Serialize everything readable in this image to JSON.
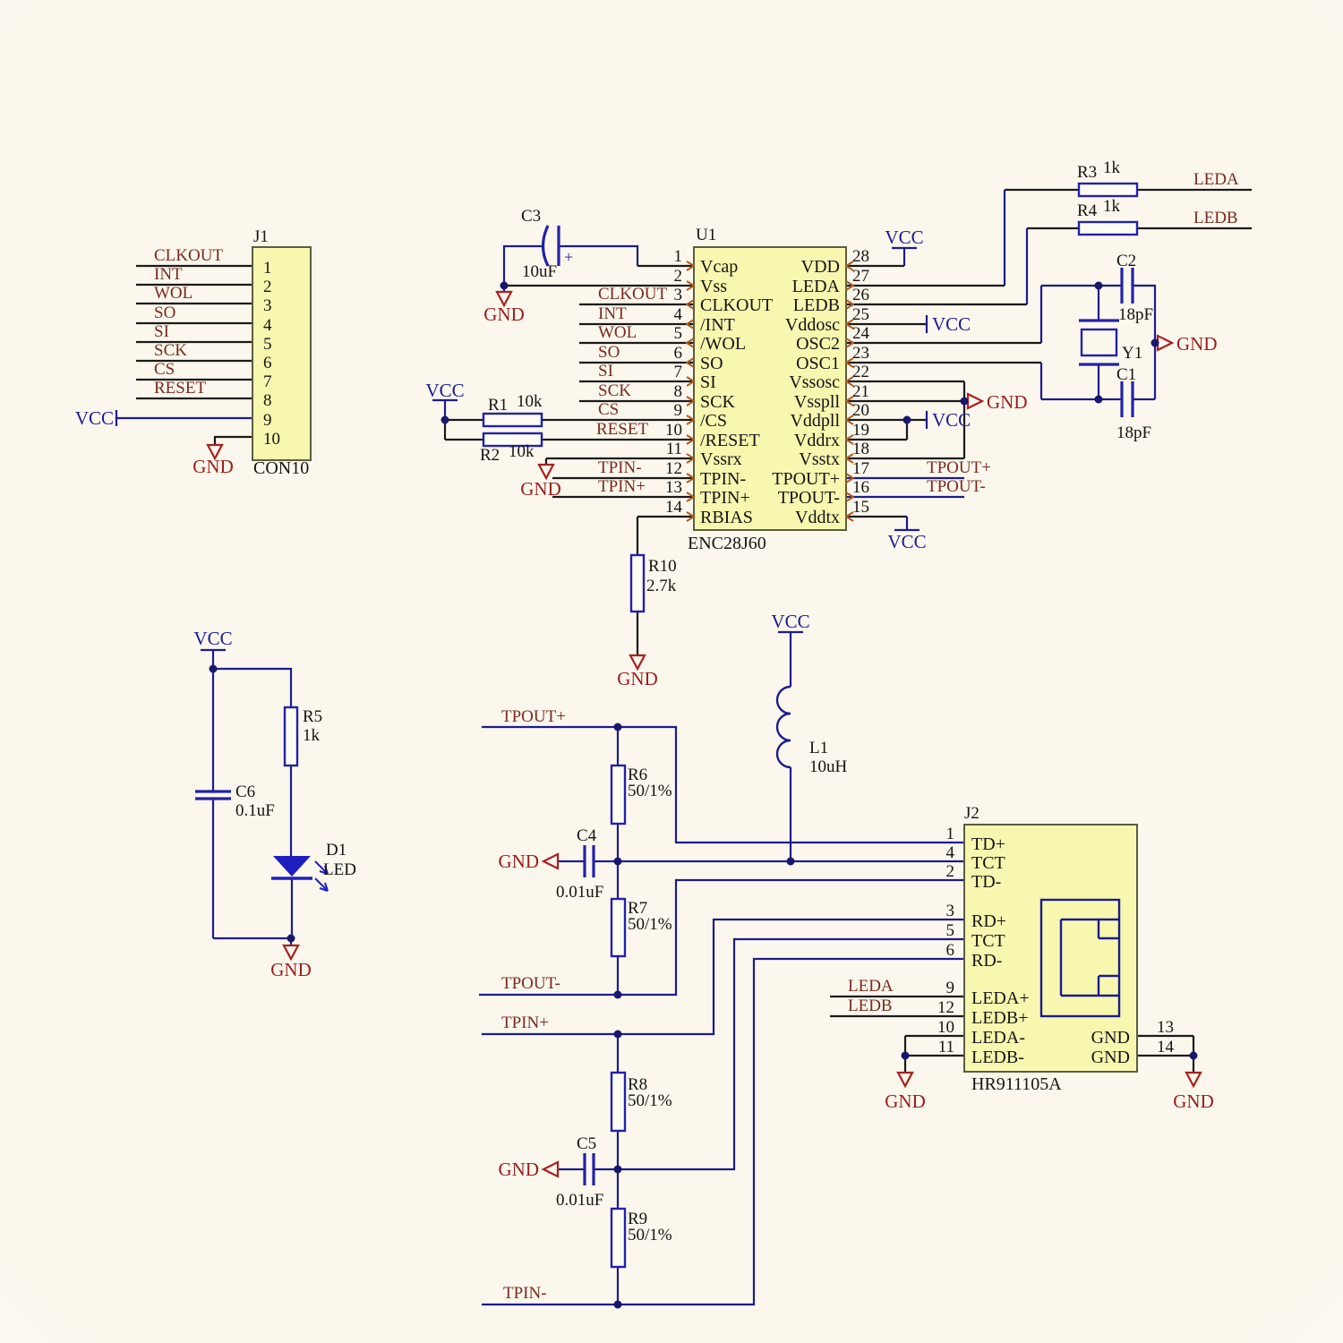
{
  "power": {
    "vcc": "VCC",
    "gnd": "GND"
  },
  "nets": {
    "leda": "LEDA",
    "ledb": "LEDB",
    "tpout_p": "TPOUT+",
    "tpout_m": "TPOUT-",
    "tpin_p": "TPIN+",
    "tpin_m": "TPIN-"
  },
  "j1": {
    "ref": "J1",
    "part": "CON10",
    "nets": [
      "CLKOUT",
      "INT",
      "WOL",
      "SO",
      "SI",
      "SCK",
      "CS",
      "RESET"
    ],
    "pins": [
      "1",
      "2",
      "3",
      "4",
      "5",
      "6",
      "7",
      "8",
      "9",
      "10"
    ]
  },
  "u1": {
    "ref": "U1",
    "part": "ENC28J60",
    "left": [
      {
        "num": "1",
        "name": "Vcap"
      },
      {
        "num": "2",
        "name": "Vss"
      },
      {
        "num": "3",
        "name": "CLKOUT",
        "net": "CLKOUT"
      },
      {
        "num": "4",
        "name": "/INT",
        "net": "INT"
      },
      {
        "num": "5",
        "name": "/WOL",
        "net": "WOL"
      },
      {
        "num": "6",
        "name": "SO",
        "net": "SO"
      },
      {
        "num": "7",
        "name": "SI",
        "net": "SI"
      },
      {
        "num": "8",
        "name": "SCK",
        "net": "SCK"
      },
      {
        "num": "9",
        "name": "/CS",
        "net": "CS"
      },
      {
        "num": "10",
        "name": "/RESET",
        "net": "RESET"
      },
      {
        "num": "11",
        "name": "Vssrx"
      },
      {
        "num": "12",
        "name": "TPIN-",
        "net": "TPIN-"
      },
      {
        "num": "13",
        "name": "TPIN+",
        "net": "TPIN+"
      },
      {
        "num": "14",
        "name": "RBIAS"
      }
    ],
    "right": [
      {
        "num": "28",
        "name": "VDD"
      },
      {
        "num": "27",
        "name": "LEDA"
      },
      {
        "num": "26",
        "name": "LEDB"
      },
      {
        "num": "25",
        "name": "Vddosc"
      },
      {
        "num": "24",
        "name": "OSC2"
      },
      {
        "num": "23",
        "name": "OSC1"
      },
      {
        "num": "22",
        "name": "Vssosc"
      },
      {
        "num": "21",
        "name": "Vsspll"
      },
      {
        "num": "20",
        "name": "Vddpll"
      },
      {
        "num": "19",
        "name": "Vddrx"
      },
      {
        "num": "18",
        "name": "Vsstx"
      },
      {
        "num": "17",
        "name": "TPOUT+",
        "net": "TPOUT+"
      },
      {
        "num": "16",
        "name": "TPOUT-",
        "net": "TPOUT-"
      },
      {
        "num": "15",
        "name": "Vddtx"
      }
    ]
  },
  "j2": {
    "ref": "J2",
    "part": "HR911105A",
    "left": [
      {
        "num": "1",
        "name": "TD+"
      },
      {
        "num": "4",
        "name": "TCT"
      },
      {
        "num": "2",
        "name": "TD-"
      },
      {
        "num": "3",
        "name": "RD+"
      },
      {
        "num": "5",
        "name": "TCT"
      },
      {
        "num": "6",
        "name": "RD-"
      },
      {
        "num": "9",
        "name": "LEDA+",
        "net": "LEDA"
      },
      {
        "num": "12",
        "name": "LEDB+",
        "net": "LEDB"
      },
      {
        "num": "10",
        "name": "LEDA-"
      },
      {
        "num": "11",
        "name": "LEDB-"
      }
    ],
    "right": [
      {
        "num": "13",
        "name": "GND"
      },
      {
        "num": "14",
        "name": "GND"
      }
    ]
  },
  "components": {
    "r1": {
      "ref": "R1",
      "value": "10k"
    },
    "r2": {
      "ref": "R2",
      "value": "10k"
    },
    "r3": {
      "ref": "R3",
      "value": "1k"
    },
    "r4": {
      "ref": "R4",
      "value": "1k"
    },
    "r5": {
      "ref": "R5",
      "value": "1k"
    },
    "r6": {
      "ref": "R6",
      "value": "50/1%"
    },
    "r7": {
      "ref": "R7",
      "value": "50/1%"
    },
    "r8": {
      "ref": "R8",
      "value": "50/1%"
    },
    "r9": {
      "ref": "R9",
      "value": "50/1%"
    },
    "r10": {
      "ref": "R10",
      "value": "2.7k"
    },
    "c1": {
      "ref": "C1",
      "value": "18pF"
    },
    "c2": {
      "ref": "C2",
      "value": "18pF"
    },
    "c3": {
      "ref": "C3",
      "value": "10uF",
      "polarity": "+"
    },
    "c4": {
      "ref": "C4",
      "value": "0.01uF"
    },
    "c5": {
      "ref": "C5",
      "value": "0.01uF"
    },
    "c6": {
      "ref": "C6",
      "value": "0.1uF"
    },
    "l1": {
      "ref": "L1",
      "value": "10uH"
    },
    "y1": {
      "ref": "Y1"
    },
    "d1": {
      "ref": "D1",
      "value": "LED"
    }
  }
}
